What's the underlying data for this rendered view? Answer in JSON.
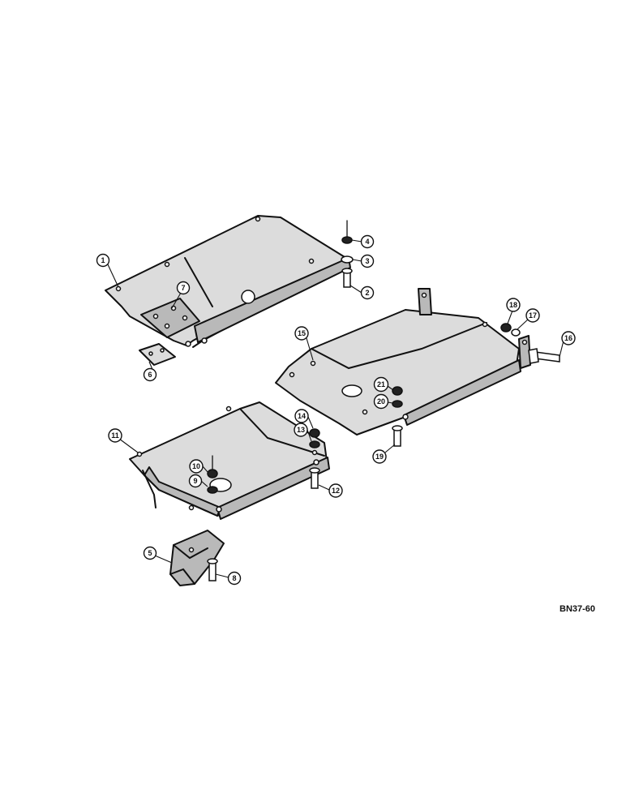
{
  "callouts": [
    {
      "id": "1",
      "label": "1"
    },
    {
      "id": "2",
      "label": "2"
    },
    {
      "id": "3",
      "label": "3"
    },
    {
      "id": "4",
      "label": "4"
    },
    {
      "id": "5",
      "label": "5"
    },
    {
      "id": "6",
      "label": "6"
    },
    {
      "id": "7",
      "label": "7"
    },
    {
      "id": "8",
      "label": "8"
    },
    {
      "id": "9",
      "label": "9"
    },
    {
      "id": "10",
      "label": "10"
    },
    {
      "id": "11",
      "label": "11"
    },
    {
      "id": "12",
      "label": "12"
    },
    {
      "id": "13",
      "label": "13"
    },
    {
      "id": "14",
      "label": "14"
    },
    {
      "id": "15",
      "label": "15"
    },
    {
      "id": "16",
      "label": "16"
    },
    {
      "id": "17",
      "label": "17"
    },
    {
      "id": "18",
      "label": "18"
    },
    {
      "id": "19",
      "label": "19"
    },
    {
      "id": "20",
      "label": "20"
    },
    {
      "id": "21",
      "label": "21"
    }
  ],
  "drawing_code": "BN37-60"
}
